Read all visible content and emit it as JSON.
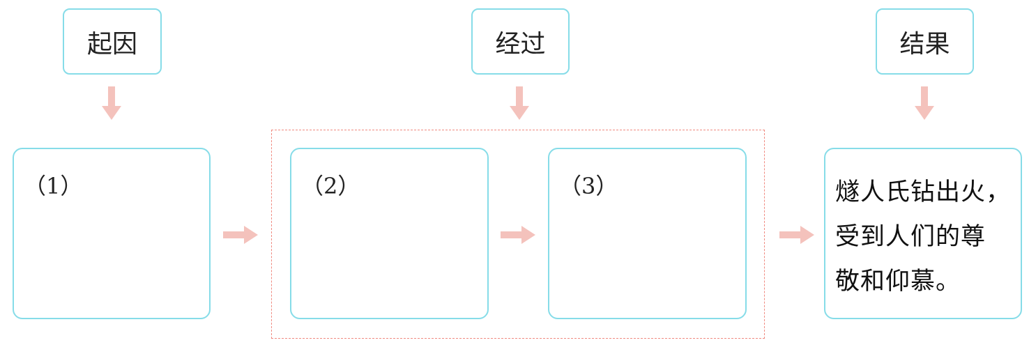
{
  "labels": {
    "cause": "起因",
    "process": "经过",
    "result": "结果"
  },
  "boxes": {
    "box1": "（1）",
    "box2": "（2）",
    "box3": "（3）",
    "result_lines": [
      "燧人氏钻出火，",
      "受到人们的尊",
      "敬和仰慕。"
    ]
  },
  "colors": {
    "box_border": "#86dce8",
    "arrow_fill": "#f4c2bc",
    "dashed_border": "#f08a80"
  },
  "icons": {
    "down_arrow": "down-arrow-icon",
    "right_arrow": "right-arrow-icon"
  }
}
